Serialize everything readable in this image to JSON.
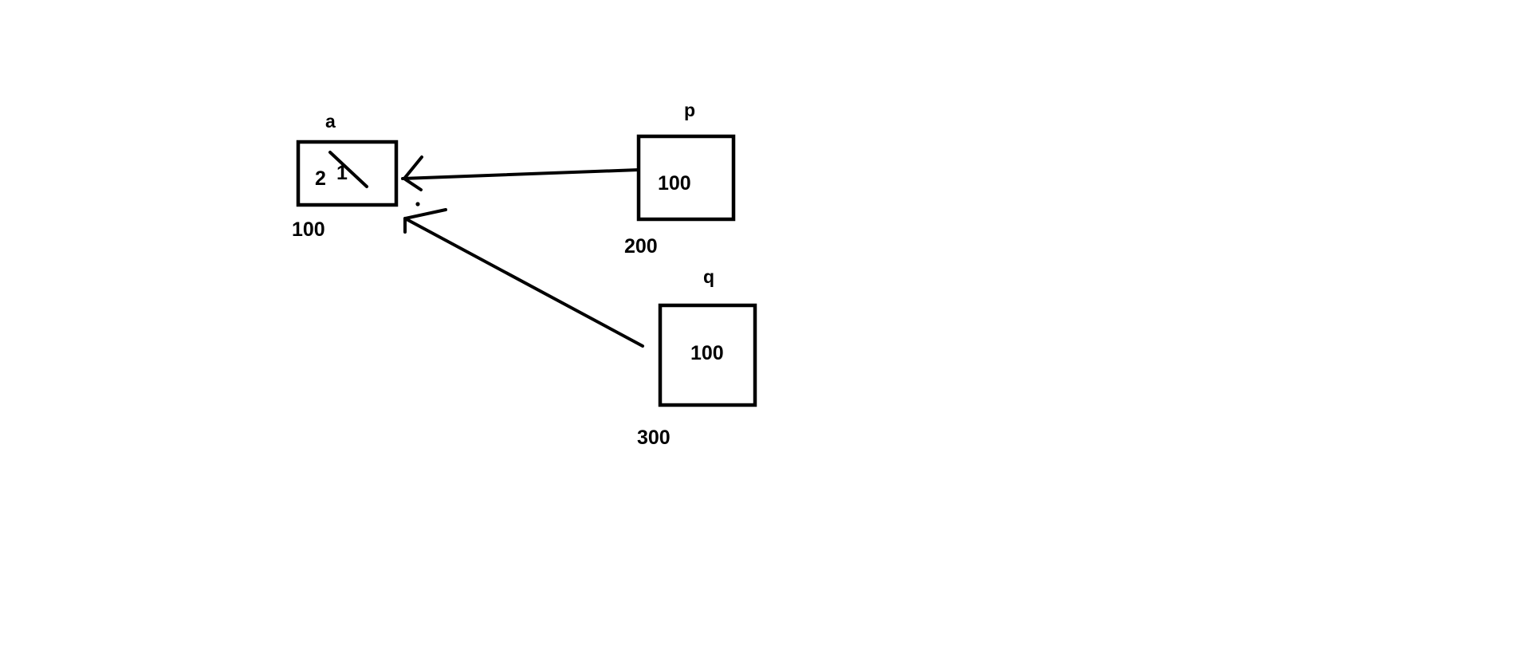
{
  "variables": [
    {
      "id": "a",
      "name": "a",
      "value_new": "2",
      "value_old": "1",
      "address": "100"
    },
    {
      "id": "p",
      "name": "p",
      "value": "100",
      "address": "200"
    },
    {
      "id": "q",
      "name": "q",
      "value": "100",
      "address": "300"
    }
  ],
  "arrows": [
    {
      "from": "p",
      "to": "a"
    },
    {
      "from": "q",
      "to": "a"
    }
  ],
  "colors": {
    "background": "#ffffff",
    "ink": "#000000"
  }
}
